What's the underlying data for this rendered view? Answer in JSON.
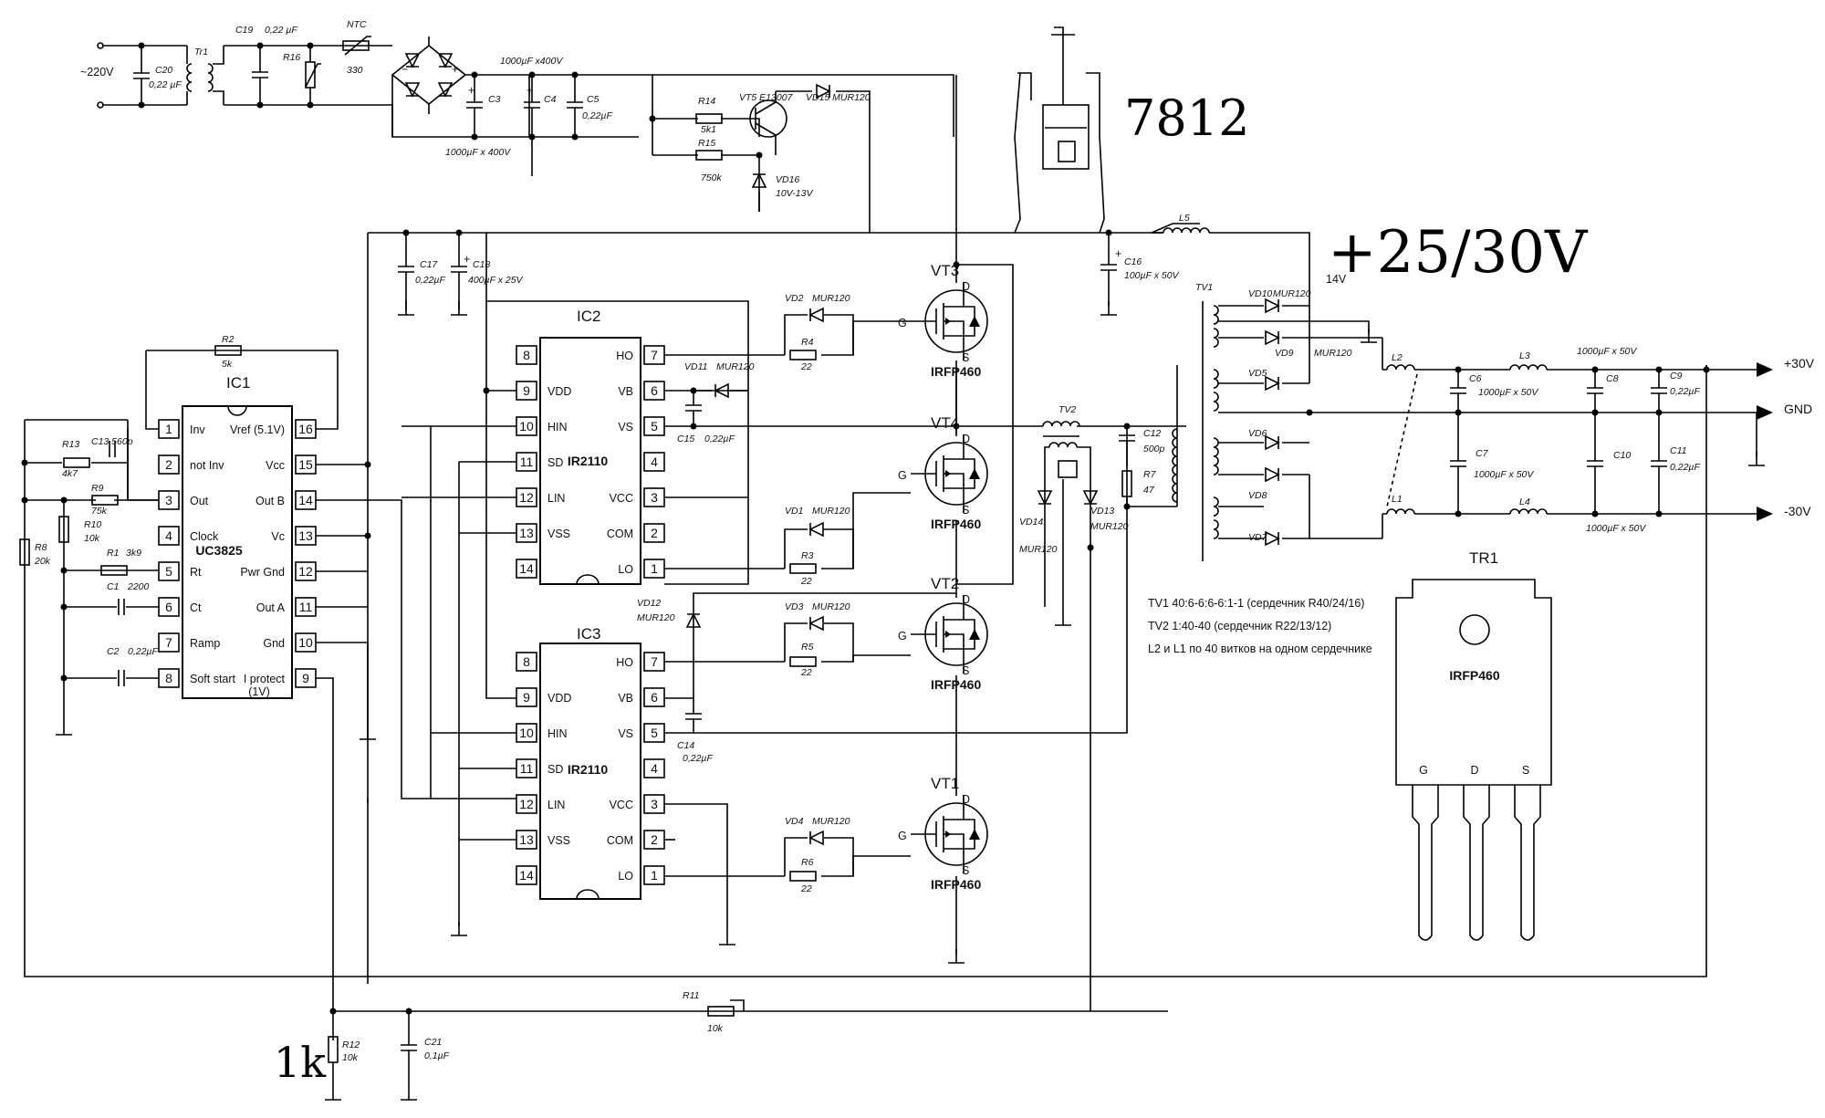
{
  "ic1": {
    "title": "IC1",
    "part": "UC3825",
    "left_pins": [
      [
        "1",
        "Inv"
      ],
      [
        "2",
        "not Inv"
      ],
      [
        "3",
        "Out"
      ],
      [
        "4",
        "Clock"
      ],
      [
        "5",
        "Rt"
      ],
      [
        "6",
        "Ct"
      ],
      [
        "7",
        "Ramp"
      ],
      [
        "8",
        "Soft start"
      ]
    ],
    "right_pins": [
      [
        "16",
        "Vref (5.1V)"
      ],
      [
        "15",
        "Vcc"
      ],
      [
        "14",
        "Out B"
      ],
      [
        "13",
        "Vc"
      ],
      [
        "12",
        "Pwr Gnd"
      ],
      [
        "11",
        "Out A"
      ],
      [
        "10",
        "Gnd"
      ],
      [
        "9",
        "I protect"
      ]
    ],
    "iprotect_sub": "(1V)"
  },
  "ic2": {
    "title": "IC2",
    "part": "IR2110",
    "left_pins": [
      [
        "8",
        ""
      ],
      [
        "9",
        "VDD"
      ],
      [
        "10",
        "HIN"
      ],
      [
        "11",
        "SD"
      ],
      [
        "12",
        "LIN"
      ],
      [
        "13",
        "VSS"
      ],
      [
        "14",
        ""
      ]
    ],
    "right_pins": [
      [
        "7",
        "HO"
      ],
      [
        "6",
        "VB"
      ],
      [
        "5",
        "VS"
      ],
      [
        "4",
        ""
      ],
      [
        "3",
        "VCC"
      ],
      [
        "2",
        "COM"
      ],
      [
        "1",
        "LO"
      ]
    ]
  },
  "ic3": {
    "title": "IC3",
    "part": "IR2110"
  },
  "mosfets": [
    {
      "id": "VT3",
      "part": "IRFP460"
    },
    {
      "id": "VT4",
      "part": "IRFP460"
    },
    {
      "id": "VT2",
      "part": "IRFP460"
    },
    {
      "id": "VT1",
      "part": "IRFP460"
    }
  ],
  "pin_letters": {
    "d": "D",
    "g": "G",
    "s": "S"
  },
  "labels": {
    "ac_in": "~220V",
    "tr1": "Tr1",
    "c20": "C20",
    "c20v": "0,22 µF",
    "c19": "C19",
    "c19v": "0,22 µF",
    "r16": "R16",
    "ntc": "NTC",
    "ntcv": "330",
    "c3": "C3",
    "c4": "C4",
    "c5": "C5",
    "c5v": "0,22µF",
    "cap_top": "1000µF x400V",
    "cap_bot": "1000µF x 400V",
    "r14": "R14",
    "r14v": "5k1",
    "r15": "R15",
    "r15v": "750k",
    "vt5": "VT5 E13007",
    "vd15": "VD15  MUR120",
    "vd16": "VD16",
    "vd16v": "10V-13V",
    "c17": "C17",
    "c17v": "0,22µF",
    "c18": "C18",
    "c18v": "400µF x 25V",
    "l5": "L5",
    "c16": "C16",
    "c16v": "100µF x 50V",
    "r2": "R2",
    "r2v": "5k",
    "r13": "R13",
    "r13v": "4k7",
    "c13": "C13  560p",
    "r9": "R9",
    "r9v": "75k",
    "r10": "R10",
    "r10v": "10k",
    "r8": "R8",
    "r8v": "20k",
    "r1": "R1",
    "r1v": "3k9",
    "c1": "C1",
    "c1v": "2200",
    "c2": "C2",
    "c2v": "0,22µF",
    "vd2": "VD2",
    "vd1": "VD1",
    "vd3": "VD3",
    "vd4": "VD4",
    "mur": "MUR120",
    "r4": "R4",
    "r3": "R3",
    "r5": "R5",
    "r6": "R6",
    "rv22": "22",
    "vd11": "VD11",
    "c15": "C15",
    "c15v": "0,22µF",
    "vd12": "VD12",
    "c14": "C14",
    "c14v": "0,22µF",
    "tv2": "TV2",
    "vd14": "VD14",
    "vd13": "VD13",
    "c12": "C12",
    "c12v": "500p",
    "r7": "R7",
    "r7v": "47",
    "tv1": "TV1",
    "vd10": "VD10",
    "vd9": "VD9",
    "vd5": "VD5",
    "vd6": "VD6",
    "vd8": "VD8",
    "vd7": "VD7",
    "v14": "14V",
    "l2": "L2",
    "l1": "L1",
    "l3": "L3",
    "l4": "L4",
    "c6": "C6",
    "c6v": "1000µF x 50V",
    "c7": "C7",
    "c7v": "1000µF x 50V",
    "c8": "C8",
    "c10": "C10",
    "c9": "C9",
    "c9v": "0,22µF",
    "c11": "C11",
    "c11v": "0,22µF",
    "cap50a": "1000µF x 50V",
    "cap50b": "1000µF x 50V",
    "out_p30": "+30V",
    "out_gnd": "GND",
    "out_m30": "-30V",
    "r11": "R11",
    "r11v": "10k",
    "r12": "R12",
    "r12v": "10k",
    "c21": "C21",
    "c21v": "0,1µF",
    "tr1_pkg": "TR1",
    "tr1_part": "IRFP460",
    "tr1_g": "G",
    "tr1_d": "D",
    "tr1_s": "S"
  },
  "notes": [
    "TV1 40:6-6:6-6:1-1 (сердечник R40/24/16)",
    "TV2 1:40-40 (сердечник R22/13/12)",
    "L2 и L1 по 40 витков на одном сердечнике"
  ],
  "handwritten": {
    "reg": "7812",
    "vout": "+25/30V",
    "r12_note": "1k"
  }
}
